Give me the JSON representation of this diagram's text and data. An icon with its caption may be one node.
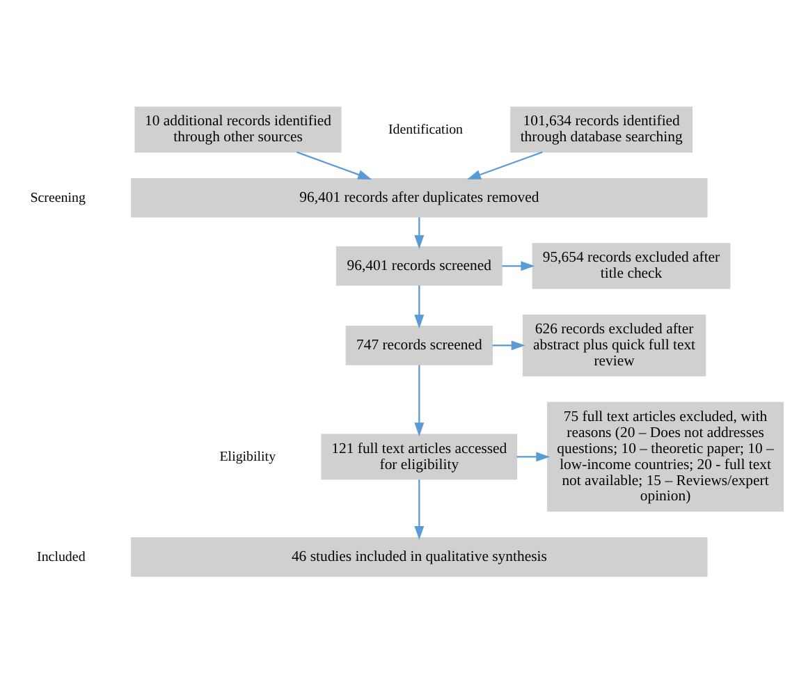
{
  "diagram": {
    "nodes": [
      {
        "text": [
          "101,634 records identified through database searching"
        ]
      },
      {
        "text": [
          "10 additional records identified through other sources"
        ]
      },
      {
        "text": [
          "96,401 records after duplicates removed"
        ]
      },
      {
        "text": [
          "96,401 records screened"
        ]
      },
      {
        "text": [
          "95,654 records excluded after title check"
        ]
      },
      {
        "text": [
          "747 records screened"
        ]
      },
      {
        "text": [
          "626 records excluded after abstract plus quick full text review"
        ]
      },
      {
        "text": [
          "121 full text articles accessed for eligibility"
        ]
      },
      {
        "text": [
          "75 full text articles excluded, with reasons (20 – Does not addresses questions; 10 – theoretic paper; 10 – low-income countries; 20 - full text not available; 15 – Reviews/expert opinion)"
        ]
      },
      {
        "text": [
          "46 studies included in qualitative synthesis"
        ]
      }
    ],
    "edges": [
      {
        "from": 0,
        "to": 2,
        "arrow": "to"
      },
      {
        "from": 1,
        "to": 2,
        "arrow": "to"
      },
      {
        "from": 2,
        "to": 3,
        "arrow": "to"
      },
      {
        "from": 3,
        "to": 4,
        "arrow": "to"
      },
      {
        "from": 3,
        "to": 5,
        "arrow": "to"
      },
      {
        "from": 5,
        "to": 6,
        "arrow": "to"
      },
      {
        "from": 5,
        "to": 7,
        "arrow": "to"
      },
      {
        "from": 7,
        "to": 8,
        "arrow": "to"
      },
      {
        "from": 7,
        "to": 9,
        "arrow": "to"
      }
    ],
    "labels": [
      "Identification",
      "Screening",
      "Eligibility",
      "Included"
    ]
  }
}
